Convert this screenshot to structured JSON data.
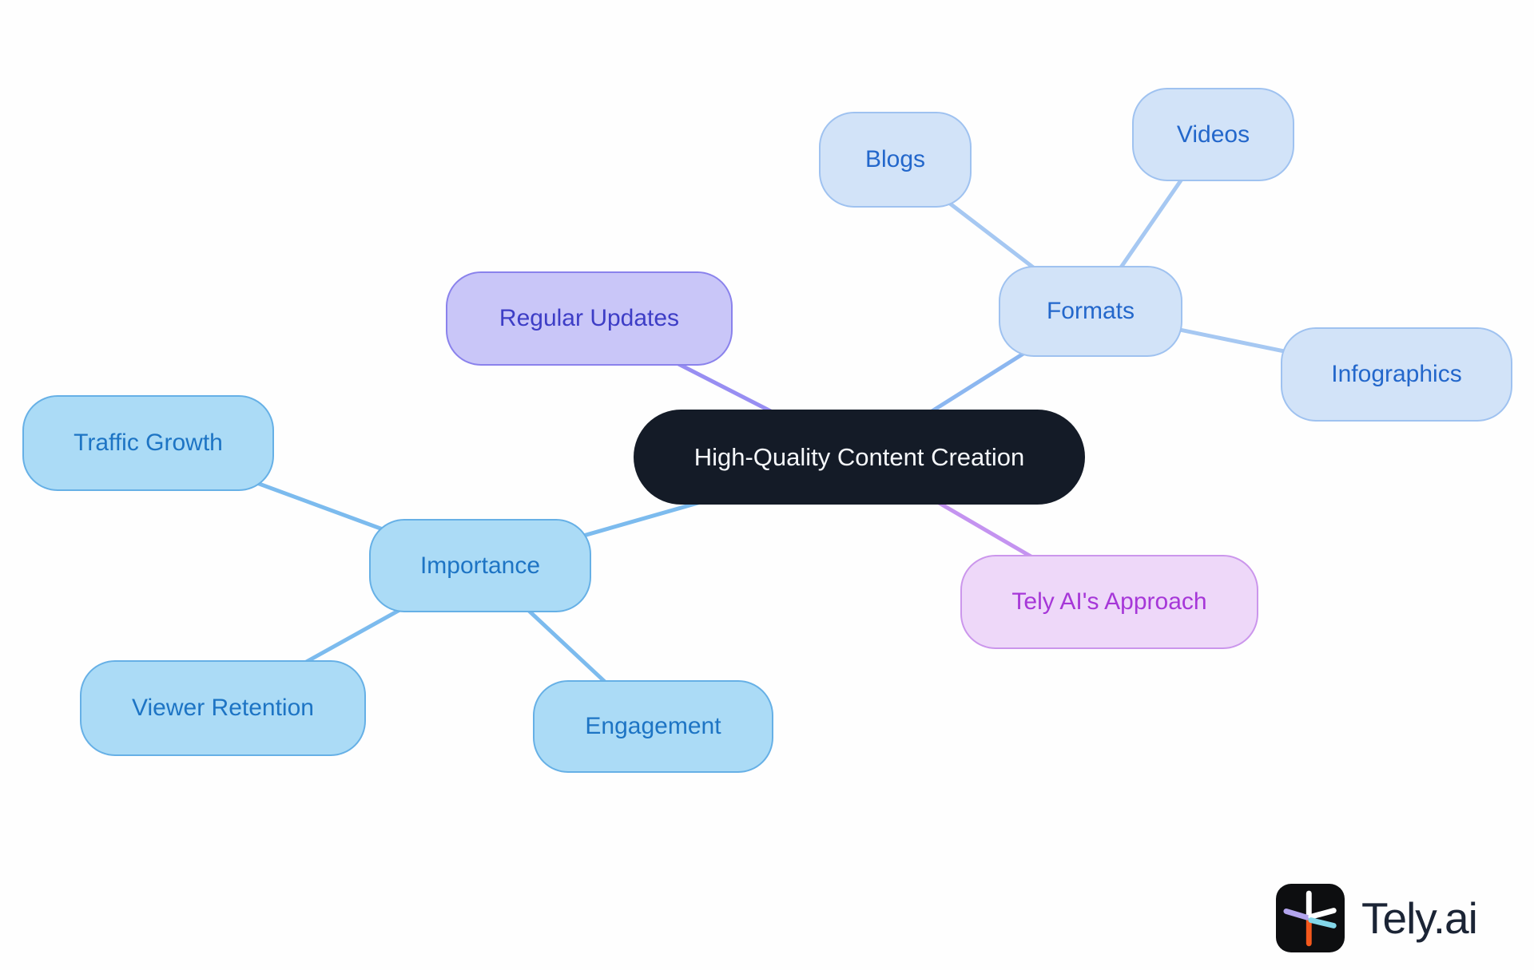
{
  "diagram": {
    "title_node": "High-Quality Content Creation",
    "nodes": {
      "center": {
        "label": "High-Quality Content Creation"
      },
      "regular_updates": {
        "label": "Regular Updates"
      },
      "formats": {
        "label": "Formats"
      },
      "blogs": {
        "label": "Blogs"
      },
      "videos": {
        "label": "Videos"
      },
      "infographics": {
        "label": "Infographics"
      },
      "importance": {
        "label": "Importance"
      },
      "traffic_growth": {
        "label": "Traffic Growth"
      },
      "viewer_retention": {
        "label": "Viewer Retention"
      },
      "engagement": {
        "label": "Engagement"
      },
      "tely_approach": {
        "label": "Tely AI's Approach"
      }
    },
    "edges": [
      {
        "from": "center",
        "to": "regular_updates"
      },
      {
        "from": "center",
        "to": "formats"
      },
      {
        "from": "center",
        "to": "importance"
      },
      {
        "from": "center",
        "to": "tely_approach"
      },
      {
        "from": "formats",
        "to": "blogs"
      },
      {
        "from": "formats",
        "to": "videos"
      },
      {
        "from": "formats",
        "to": "infographics"
      },
      {
        "from": "importance",
        "to": "traffic_growth"
      },
      {
        "from": "importance",
        "to": "viewer_retention"
      },
      {
        "from": "importance",
        "to": "engagement"
      }
    ]
  },
  "logo": {
    "brand": "Tely.ai",
    "icon": "tely-star-icon"
  },
  "palette": {
    "center_fill": "#141b27",
    "center_text": "#f5f7fa",
    "formats_fill": "#d2e3f8",
    "formats_border": "#9fc2f0",
    "formats_text": "#2367cb",
    "importance_fill": "#abdbf6",
    "importance_border": "#66b0e6",
    "importance_text": "#1d74c4",
    "ru_fill": "#c9c6f8",
    "ru_border": "#8a82ec",
    "ru_text": "#3d3dc6",
    "tely_fill": "#eed8f9",
    "tely_border": "#cb96ec",
    "tely_text": "#a637d8",
    "edge_blue": "#7cbbee",
    "edge_light_blue": "#a6c8f2",
    "edge_center_formats": "#8cb7f0",
    "edge_purple": "#988ef2",
    "edge_pink": "#c493f0",
    "logo_bg": "#0d0e10",
    "logo_text": "#1b2435",
    "logo_spoke_white": "#ffffff",
    "logo_spoke_orange": "#f4581c",
    "logo_spoke_lavender": "#b3a5ee",
    "logo_spoke_cyan": "#83d7e9"
  }
}
